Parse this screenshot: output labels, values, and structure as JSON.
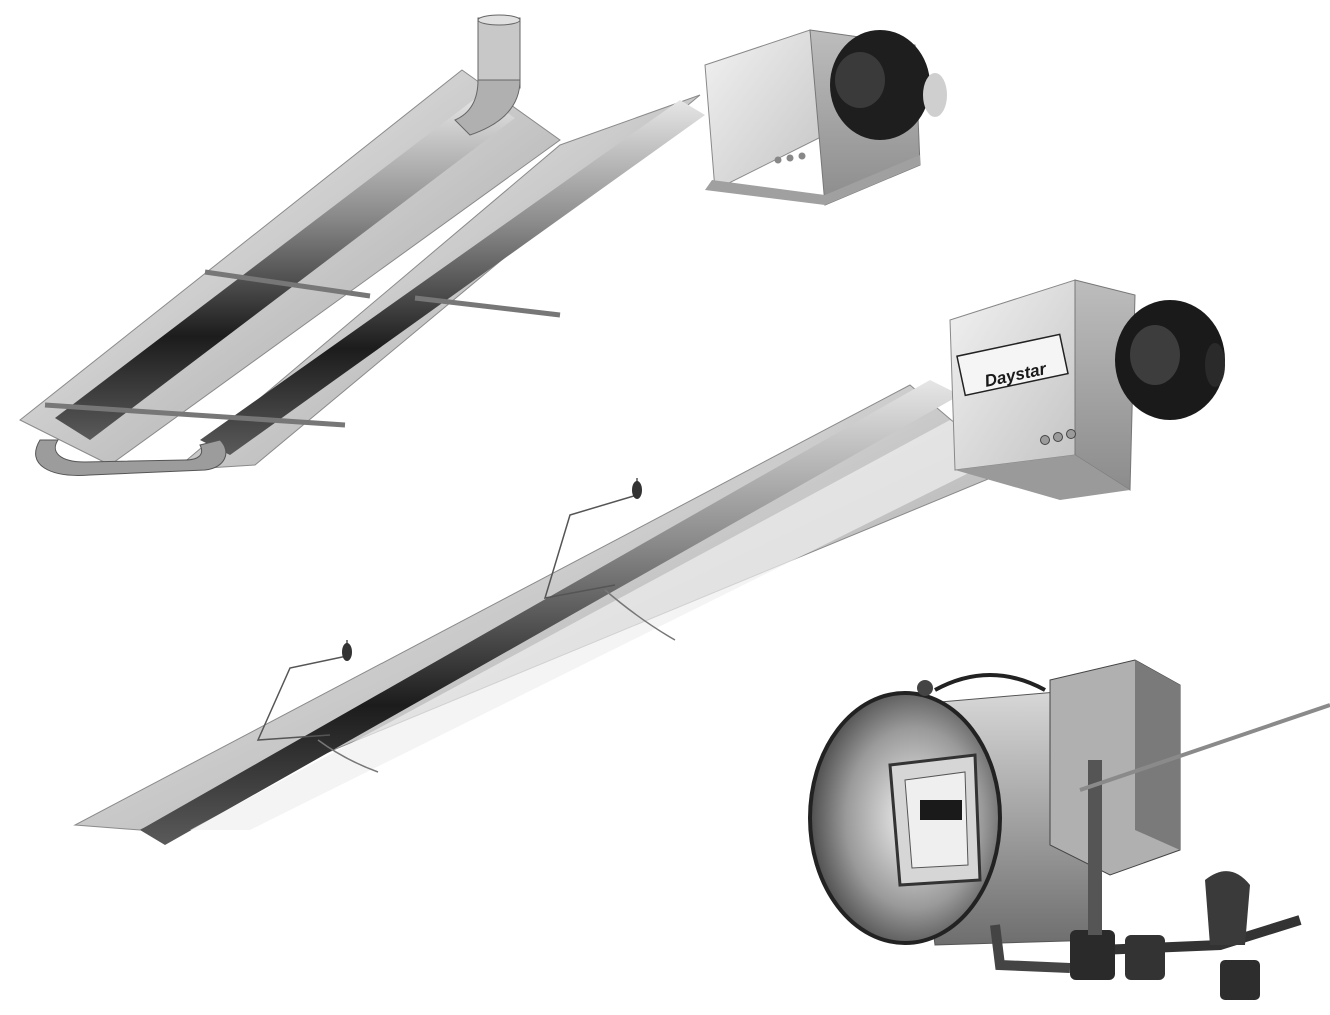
{
  "photo": {
    "background": "#ffffff",
    "tones": {
      "dark": "#141414",
      "mid": "#7a7a7a",
      "light": "#d9d9d9",
      "steel": "#b8b8b8"
    }
  },
  "heater_top_left": {
    "kind": "U-tube radiant heater with reflectors"
  },
  "heater_center": {
    "kind": "straight tube radiant heater",
    "brand_label": "Daystar",
    "indicator_lights": 3
  },
  "burner_assembly": {
    "kind": "burner with gas valve train"
  }
}
